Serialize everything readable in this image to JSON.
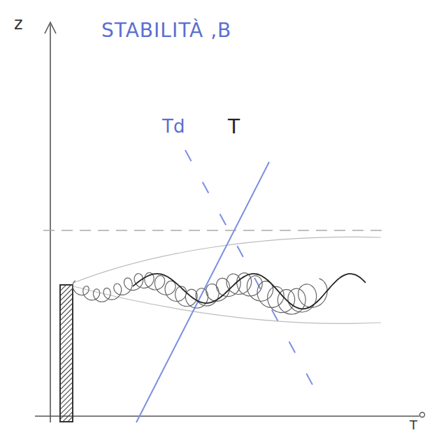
{
  "diagram": {
    "title": "STABILITÀ ,B",
    "labels": [
      "z",
      "Td",
      "T",
      "T"
    ]
  }
}
